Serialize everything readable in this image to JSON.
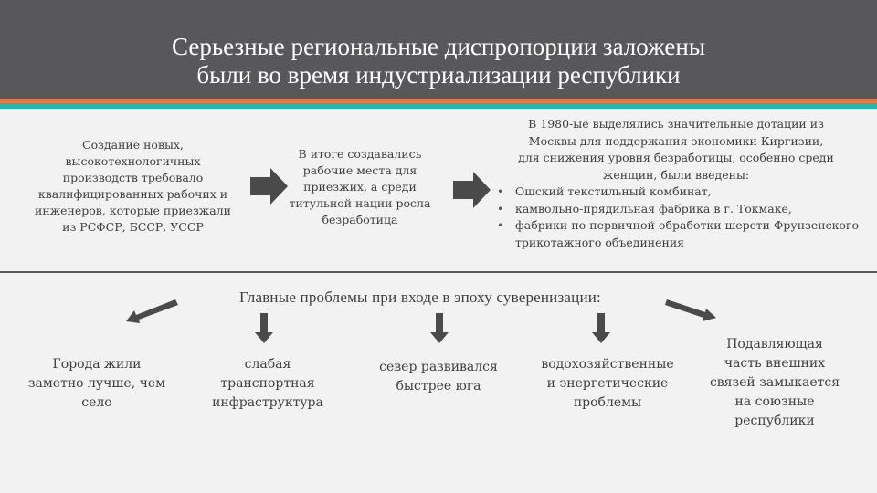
{
  "header": {
    "title_line1": "Серьезные региональные диспропорции заложены",
    "title_line2": "были во время индустриализации республики"
  },
  "colors": {
    "header_bg": "#58585a",
    "stripe_orange": "#e97a42",
    "stripe_teal": "#21b6af",
    "background": "#f2f2f2",
    "arrow": "#4a4a4a"
  },
  "flow": {
    "step1": {
      "lines": [
        "Создание новых,",
        "высокотехнологичных",
        "производств требовало",
        "квалифицированных рабочих и",
        "инженеров, которые приезжали",
        "из РСФСР, БССР, УССР"
      ]
    },
    "step2": {
      "lines": [
        "В итоге создавались",
        "рабочие места для",
        "приезжих, а среди",
        "титульной нации росла",
        "безработица"
      ]
    },
    "step3": {
      "intro_lines": [
        "В 1980-ые выделялись значительные дотации из",
        "Москвы для поддержания экономики Киргизии,",
        "для снижения уровня безработицы, особенно среди",
        "женщин, были введены:"
      ],
      "bullets": [
        "Ошский текстильный комбинат,",
        "камвольно-прядильная фабрика в г. Токмаке,",
        "фабрики по первичной обработки шерсти Фрунзенского трикотажного объединения"
      ]
    },
    "arrow_icons": [
      "right-arrow-icon",
      "right-arrow-icon"
    ]
  },
  "problems": {
    "title": "Главные проблемы при входе в эпоху суверенизации:",
    "items": [
      {
        "lines": [
          "Города жили",
          "заметно лучше, чем",
          "село"
        ],
        "arrow": "down-left"
      },
      {
        "lines": [
          "слабая",
          "транспортная",
          "инфраструктура"
        ],
        "arrow": "down"
      },
      {
        "lines": [
          "север развивался",
          "быстрее юга"
        ],
        "arrow": "down"
      },
      {
        "lines": [
          "водохозяйственные",
          "и энергетические",
          "проблемы"
        ],
        "arrow": "down"
      },
      {
        "lines": [
          "Подавляющая",
          "часть внешних",
          "связей замыкается",
          "на союзные",
          "республики"
        ],
        "arrow": "down-right"
      }
    ]
  }
}
